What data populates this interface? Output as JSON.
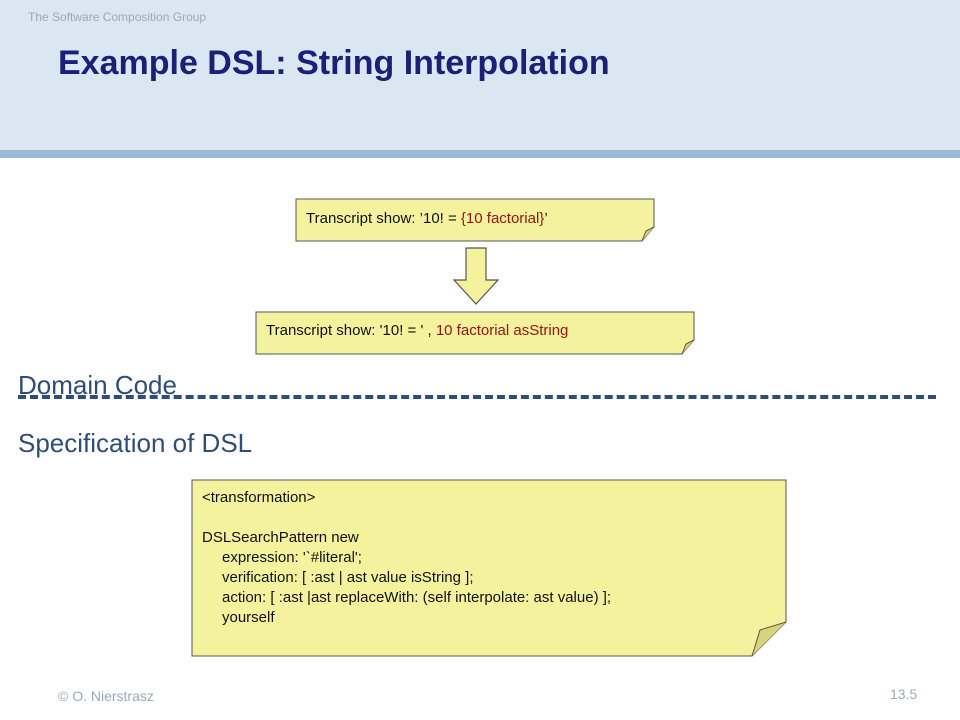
{
  "header": {
    "org": "The Software Composition Group",
    "title": "Example DSL: String Interpolation"
  },
  "notes": {
    "top": {
      "prefix": "Transcript show: ’10! = ",
      "highlight": "{10 factorial}",
      "suffix": "’"
    },
    "middle": {
      "prefix": "Transcript show: '10! = ' , ",
      "highlight": "10 factorial asString"
    }
  },
  "sections": {
    "domain_code": "Domain Code",
    "specification": "Specification of DSL"
  },
  "dsl": {
    "line1": "<transformation>",
    "line2": "DSLSearchPattern new",
    "line3": "expression: '`#literal';",
    "line4": "verification: [ :ast | ast value isString  ];",
    "line5": "action: [ :ast |ast replaceWith: (self interpolate: ast value) ];",
    "line6": "yourself"
  },
  "footer": {
    "author": "© O. Nierstrasz",
    "page": "13.5"
  },
  "colors": {
    "title": "#1a1f7a",
    "note_fill": "#f5f29e",
    "highlight": "#9a1111",
    "section": "#2e4d7a"
  }
}
